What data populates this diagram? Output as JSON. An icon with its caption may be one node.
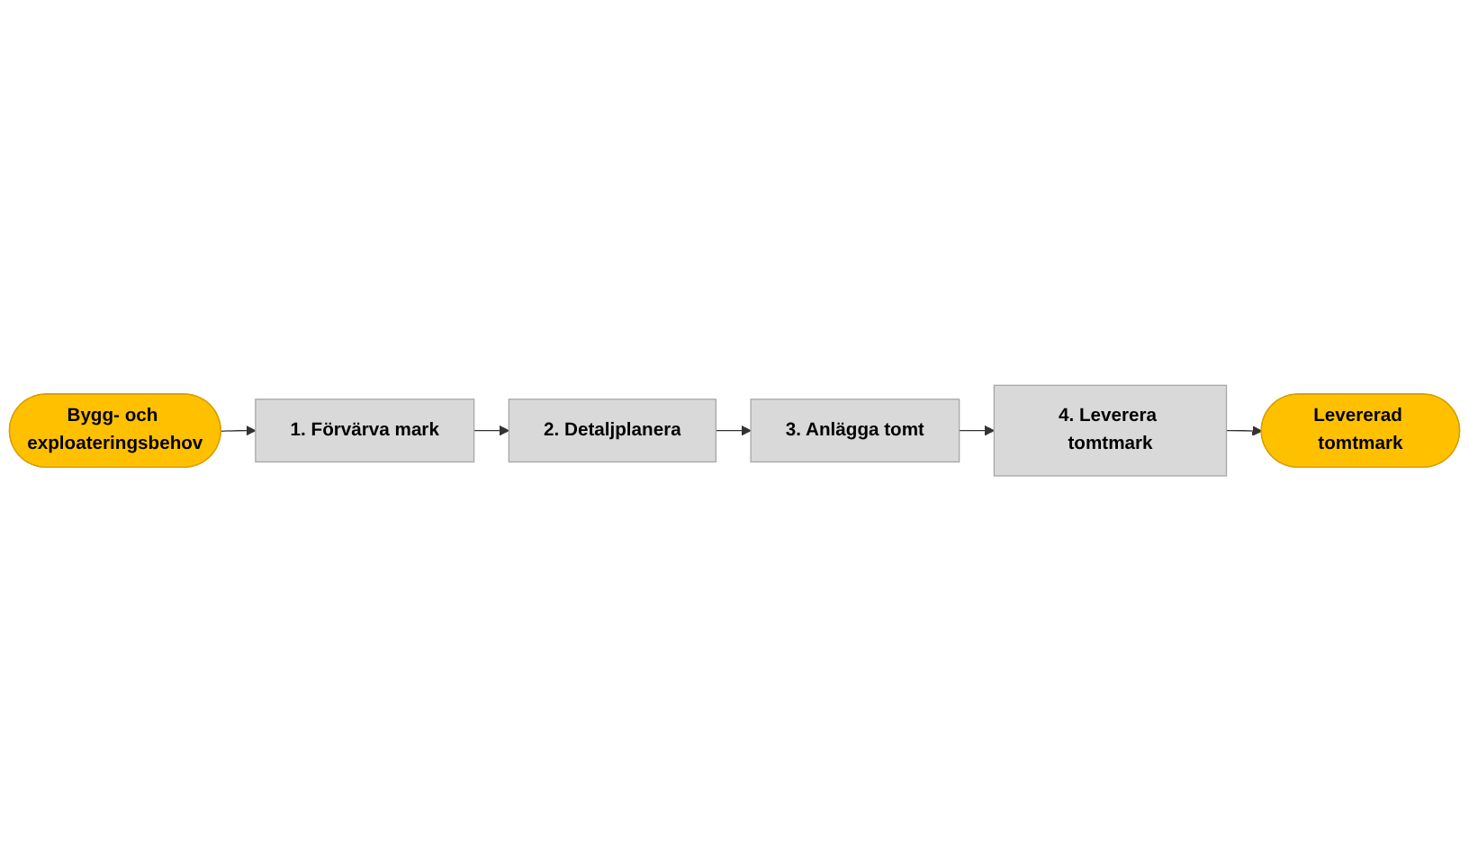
{
  "diagram": {
    "nodes": [
      {
        "text": [
          "Bygg- och exploateringsbehov"
        ]
      },
      {
        "text": [
          "1. Förvärva mark"
        ]
      },
      {
        "text": [
          "2. Detaljplanera"
        ]
      },
      {
        "text": [
          "3. Anlägga tomt"
        ]
      },
      {
        "text": [
          "4. Leverera tomtmark"
        ]
      },
      {
        "text": [
          "Levererad tomtmark"
        ]
      }
    ],
    "edges": [
      {
        "from": 0,
        "to": 1,
        "arrow": "to"
      },
      {
        "from": 1,
        "to": 2,
        "arrow": "to"
      },
      {
        "from": 2,
        "to": 3,
        "arrow": "to"
      },
      {
        "from": 3,
        "to": 4,
        "arrow": "to"
      },
      {
        "from": 4,
        "to": 5,
        "arrow": "to"
      }
    ]
  }
}
